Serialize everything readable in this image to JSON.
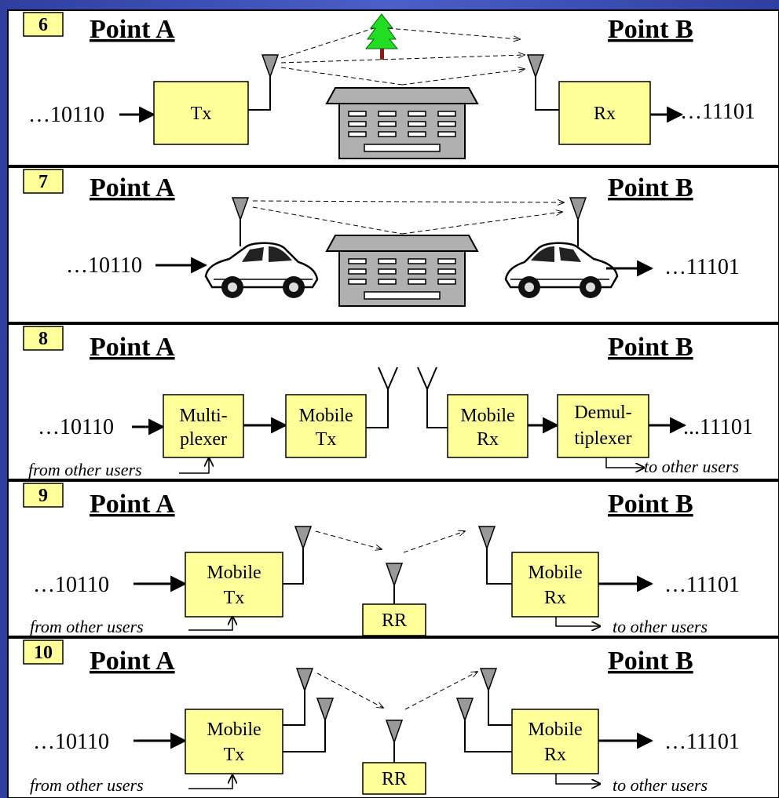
{
  "colors": {
    "panel_bg": "#ffffff",
    "box_fill": "#ffff99",
    "antenna": "#999999",
    "frame": "#3545a8"
  },
  "panels": [
    {
      "num": "6",
      "point_a": "Point A",
      "point_b": "Point B",
      "input": "…10110",
      "output": "…11101",
      "tx": "Tx",
      "rx": "Rx"
    },
    {
      "num": "7",
      "point_a": "Point A",
      "point_b": "Point B",
      "input": "…10110",
      "output": "…11101"
    },
    {
      "num": "8",
      "point_a": "Point A",
      "point_b": "Point B",
      "input": "…10110",
      "output": "...11101",
      "boxes": [
        "Multi-",
        "plexer",
        "Mobile",
        "Tx",
        "Mobile",
        "Rx",
        "Demul-",
        "tiplexer"
      ],
      "from": "from other users",
      "to": "to other users"
    },
    {
      "num": "9",
      "point_a": "Point A",
      "point_b": "Point B",
      "input": "…10110",
      "output": "…11101",
      "tx": [
        "Mobile",
        "Tx"
      ],
      "rx": [
        "Mobile",
        "Rx"
      ],
      "rr": "RR",
      "from": "from other users",
      "to": "to other users"
    },
    {
      "num": "10",
      "point_a": "Point A",
      "point_b": "Point B",
      "input": "…10110",
      "output": "…11101",
      "tx": [
        "Mobile",
        "Tx"
      ],
      "rx": [
        "Mobile",
        "Rx"
      ],
      "rr": "RR",
      "from": "from other users",
      "to": "to other users"
    }
  ]
}
